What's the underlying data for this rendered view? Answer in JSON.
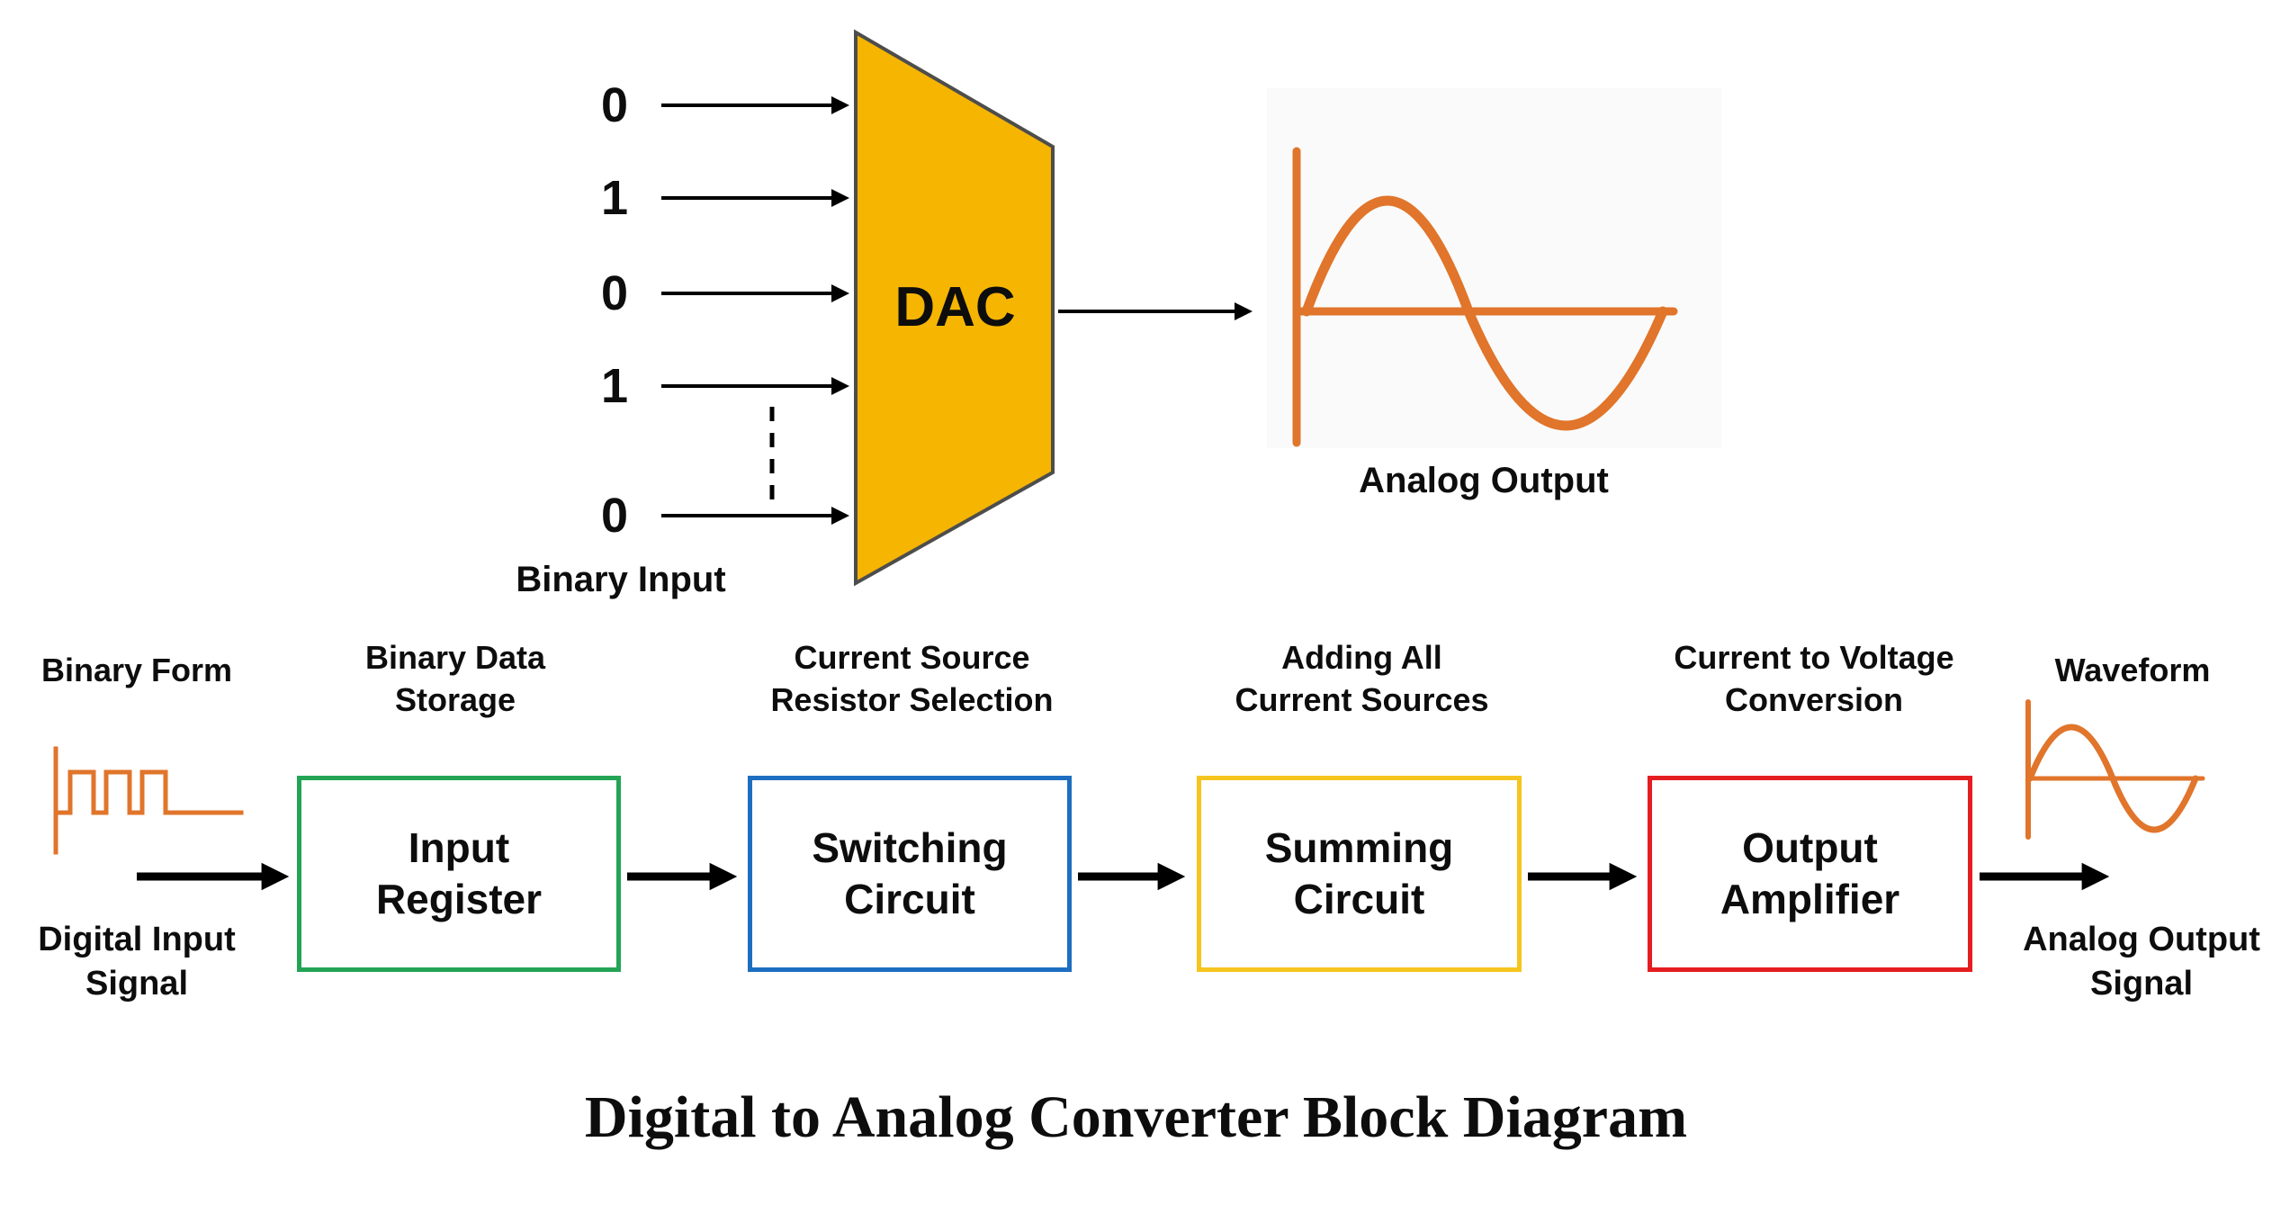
{
  "colors": {
    "dac_fill": "#F5B501",
    "dac_stroke": "#4D4D4D",
    "wave": "#E0752B",
    "arrow": "#000000",
    "box_green": "#23A455",
    "box_blue": "#1D6EC0",
    "box_yellow": "#F5C51E",
    "box_red": "#E41E20"
  },
  "top_section": {
    "binary_bits": [
      "0",
      "1",
      "0",
      "1",
      "0"
    ],
    "binary_input_label": "Binary Input",
    "dac_label": "DAC",
    "analog_output_label": "Analog Output"
  },
  "flow_section": {
    "source": {
      "title": "Binary Form",
      "signal_label": "Digital Input\nSignal"
    },
    "blocks": [
      {
        "caption": "Binary Data\nStorage",
        "label": "Input\nRegister"
      },
      {
        "caption": "Current Source\nResistor Selection",
        "label": "Switching\nCircuit"
      },
      {
        "caption": "Adding All\nCurrent Sources",
        "label": "Summing\nCircuit"
      },
      {
        "caption": "Current to Voltage\nConversion",
        "label": "Output\nAmplifier"
      }
    ],
    "sink": {
      "title": "Waveform",
      "signal_label": "Analog Output\nSignal"
    }
  },
  "title": "Digital to Analog Converter Block Diagram"
}
